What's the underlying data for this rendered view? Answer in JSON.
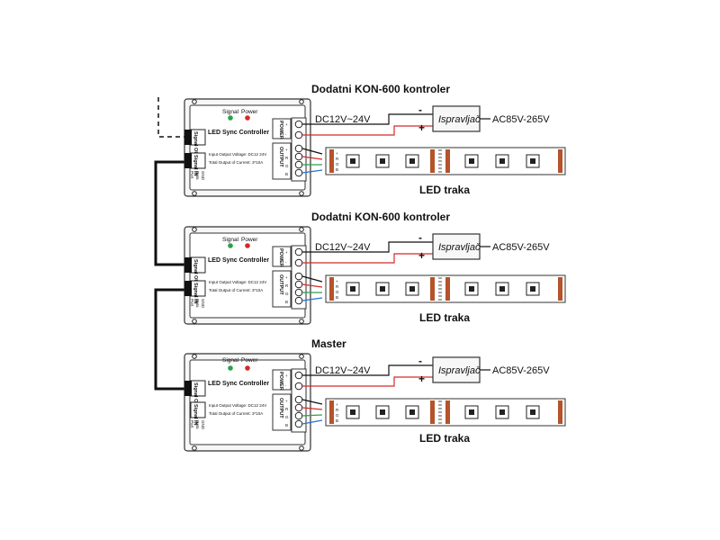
{
  "units": [
    {
      "title": "Dodatni KON-600 kontroler",
      "signal_label": "Signal",
      "power_label": "Power",
      "controller_name": "LED Sync Controller",
      "signal_out_label": "Signal OUT",
      "signal_in_label": "Signal IN",
      "spec_voltage": "Input Output Voltage: DC12 24V",
      "spec_current": "Total Output of Current: 3*10A",
      "power_block_label": "POWER",
      "output_block_label": "OUTPUT",
      "power_terminals": [
        "+",
        "-"
      ],
      "output_terminals": [
        "+",
        "R",
        "G",
        "B"
      ],
      "pin_labels": [
        "Port",
        "Data",
        "GND"
      ],
      "dc_label": "DC12V~24V",
      "minus_sign": "-",
      "plus_sign": "+",
      "psu_label": "Ispravljač",
      "ac_label": "AC85V-265V",
      "strip_label": "LED traka",
      "strip_pins": [
        "+",
        "R",
        "G",
        "B"
      ]
    },
    {
      "title": "Dodatni KON-600 kontroler",
      "signal_label": "Signal",
      "power_label": "Power",
      "controller_name": "LED Sync Controller",
      "signal_out_label": "Signal OUT",
      "signal_in_label": "Signal IN",
      "spec_voltage": "Input Output Voltage: DC12 24V",
      "spec_current": "Total Output of Current: 3*10A",
      "power_block_label": "POWER",
      "output_block_label": "OUTPUT",
      "power_terminals": [
        "+",
        "-"
      ],
      "output_terminals": [
        "+",
        "R",
        "G",
        "B"
      ],
      "pin_labels": [
        "Port",
        "Data",
        "GND"
      ],
      "dc_label": "DC12V~24V",
      "minus_sign": "-",
      "plus_sign": "+",
      "psu_label": "Ispravljač",
      "ac_label": "AC85V-265V",
      "strip_label": "LED traka",
      "strip_pins": [
        "+",
        "R",
        "G",
        "B"
      ]
    },
    {
      "title": "Master",
      "signal_label": "Signal",
      "power_label": "Power",
      "controller_name": "LED Sync Controller",
      "signal_out_label": "Signal OUT",
      "signal_in_label": "Signal IN",
      "spec_voltage": "Input Output Voltage: DC12 24V",
      "spec_current": "Total Output of Current: 3*10A",
      "power_block_label": "POWER",
      "output_block_label": "OUTPUT",
      "power_terminals": [
        "+",
        "-"
      ],
      "output_terminals": [
        "+",
        "R",
        "G",
        "B"
      ],
      "pin_labels": [
        "Port",
        "Data",
        "GND"
      ],
      "dc_label": "DC12V~24V",
      "minus_sign": "-",
      "plus_sign": "+",
      "psu_label": "Ispravljač",
      "ac_label": "AC85V-265V",
      "strip_label": "LED traka",
      "strip_pins": [
        "+",
        "R",
        "G",
        "B"
      ]
    }
  ],
  "colors": {
    "led_signal": "#2aa14a",
    "led_power": "#d42a2a",
    "wire_red": "#d42a2a",
    "wire_green": "#2aa14a",
    "wire_blue": "#2a6fd4",
    "wire_black": "#111111",
    "strip_copper": "#b5532a"
  },
  "icons": [
    "led-chip-icon",
    "screw-terminal-icon",
    "signal-jack-icon",
    "status-led-icon"
  ]
}
